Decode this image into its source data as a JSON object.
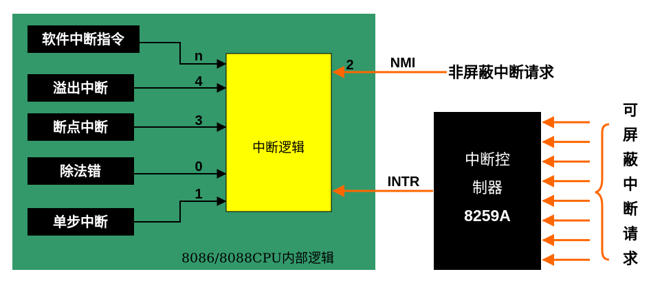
{
  "colors": {
    "cpu_panel": "#33996a",
    "logic_box": "#ffff00",
    "source_box": "#000000",
    "source_text": "#ffffff",
    "wire": "#000000",
    "external_arrow": "#ff6600",
    "controller_box": "#000000"
  },
  "sources": [
    {
      "label": "软件中断指令",
      "type_number": "n"
    },
    {
      "label": "溢出中断",
      "type_number": "4"
    },
    {
      "label": "断点中断",
      "type_number": "3"
    },
    {
      "label": "除法错",
      "type_number": "0"
    },
    {
      "label": "单步中断",
      "type_number": "1"
    }
  ],
  "logic_box": {
    "label": "中断逻辑"
  },
  "cpu_caption": "8086/8088CPU内部逻辑",
  "nmi": {
    "pin_label": "NMI",
    "type_number": "2",
    "description": "非屏蔽中断请求"
  },
  "intr": {
    "pin_label": "INTR"
  },
  "controller": {
    "line1": "中断控",
    "line2": "制器",
    "line3": "8259A"
  },
  "maskable_requests": {
    "label": "可屏蔽中断请求",
    "line_count": 8
  }
}
